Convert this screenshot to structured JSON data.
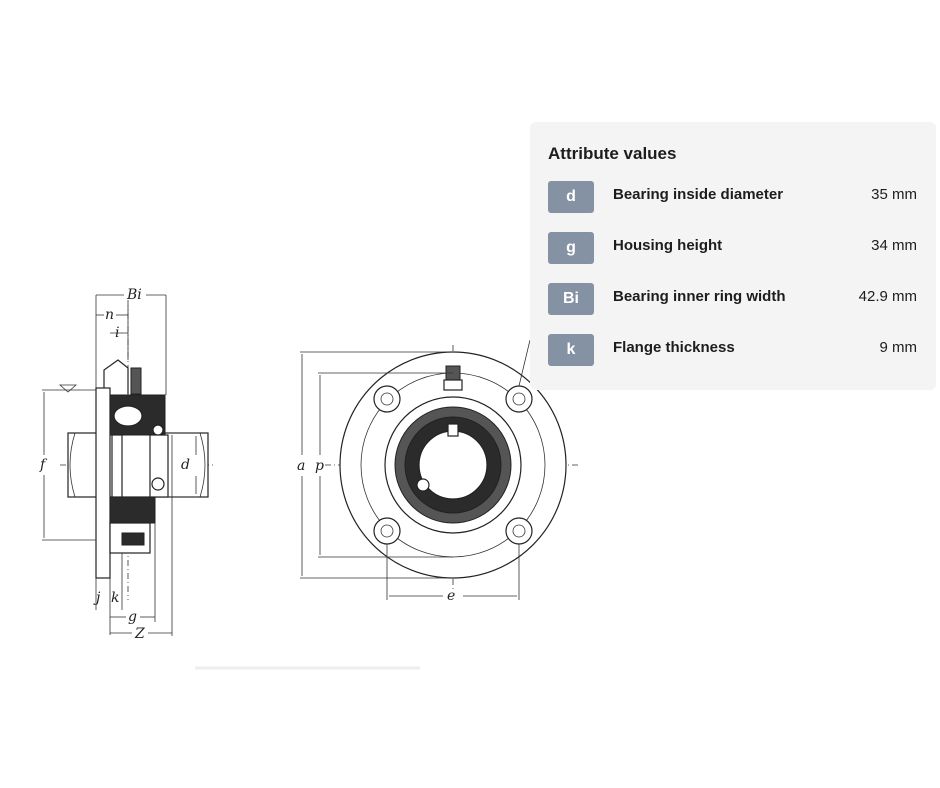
{
  "drawing": {
    "side_view_labels": {
      "Bi": "Bi",
      "n": "n",
      "i": "i",
      "f": "f",
      "d": "d",
      "j": "j",
      "k": "k",
      "g": "g",
      "Z": "Z"
    },
    "front_view_labels": {
      "a": "a",
      "p": "p",
      "e": "e"
    }
  },
  "attributes": {
    "title": "Attribute values",
    "items": [
      {
        "symbol": "d",
        "name": "Bearing inside diameter",
        "value": "35 mm"
      },
      {
        "symbol": "g",
        "name": "Housing height",
        "value": "34 mm"
      },
      {
        "symbol": "Bi",
        "name": "Bearing inner ring width",
        "value": "42.9 mm"
      },
      {
        "symbol": "k",
        "name": "Flange thickness",
        "value": "9 mm"
      }
    ]
  },
  "colors": {
    "panel_background": "#f4f4f5",
    "badge_background": "#8592a3",
    "line": "#222222"
  }
}
